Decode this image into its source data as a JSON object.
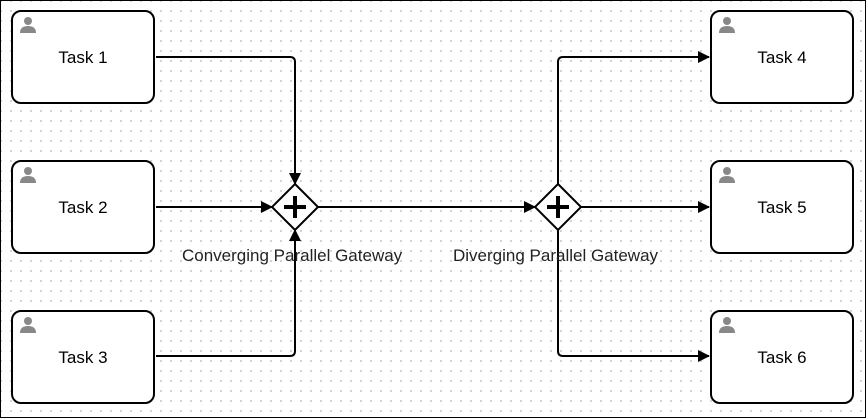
{
  "tasks": [
    {
      "label": "Task 1",
      "icon": "user-icon"
    },
    {
      "label": "Task 2",
      "icon": "user-icon"
    },
    {
      "label": "Task 3",
      "icon": "user-icon"
    },
    {
      "label": "Task 4",
      "icon": "user-icon"
    },
    {
      "label": "Task 5",
      "icon": "user-icon"
    },
    {
      "label": "Task 6",
      "icon": "user-icon"
    }
  ],
  "gateways": {
    "converging": {
      "label": "Converging Parallel Gateway",
      "icon": "parallel-gateway-plus-icon"
    },
    "diverging": {
      "label": "Diverging Parallel Gateway",
      "icon": "parallel-gateway-plus-icon"
    }
  },
  "colors": {
    "stroke": "#000000",
    "icon": "#888888",
    "grid_dot": "#c8c8c8"
  }
}
